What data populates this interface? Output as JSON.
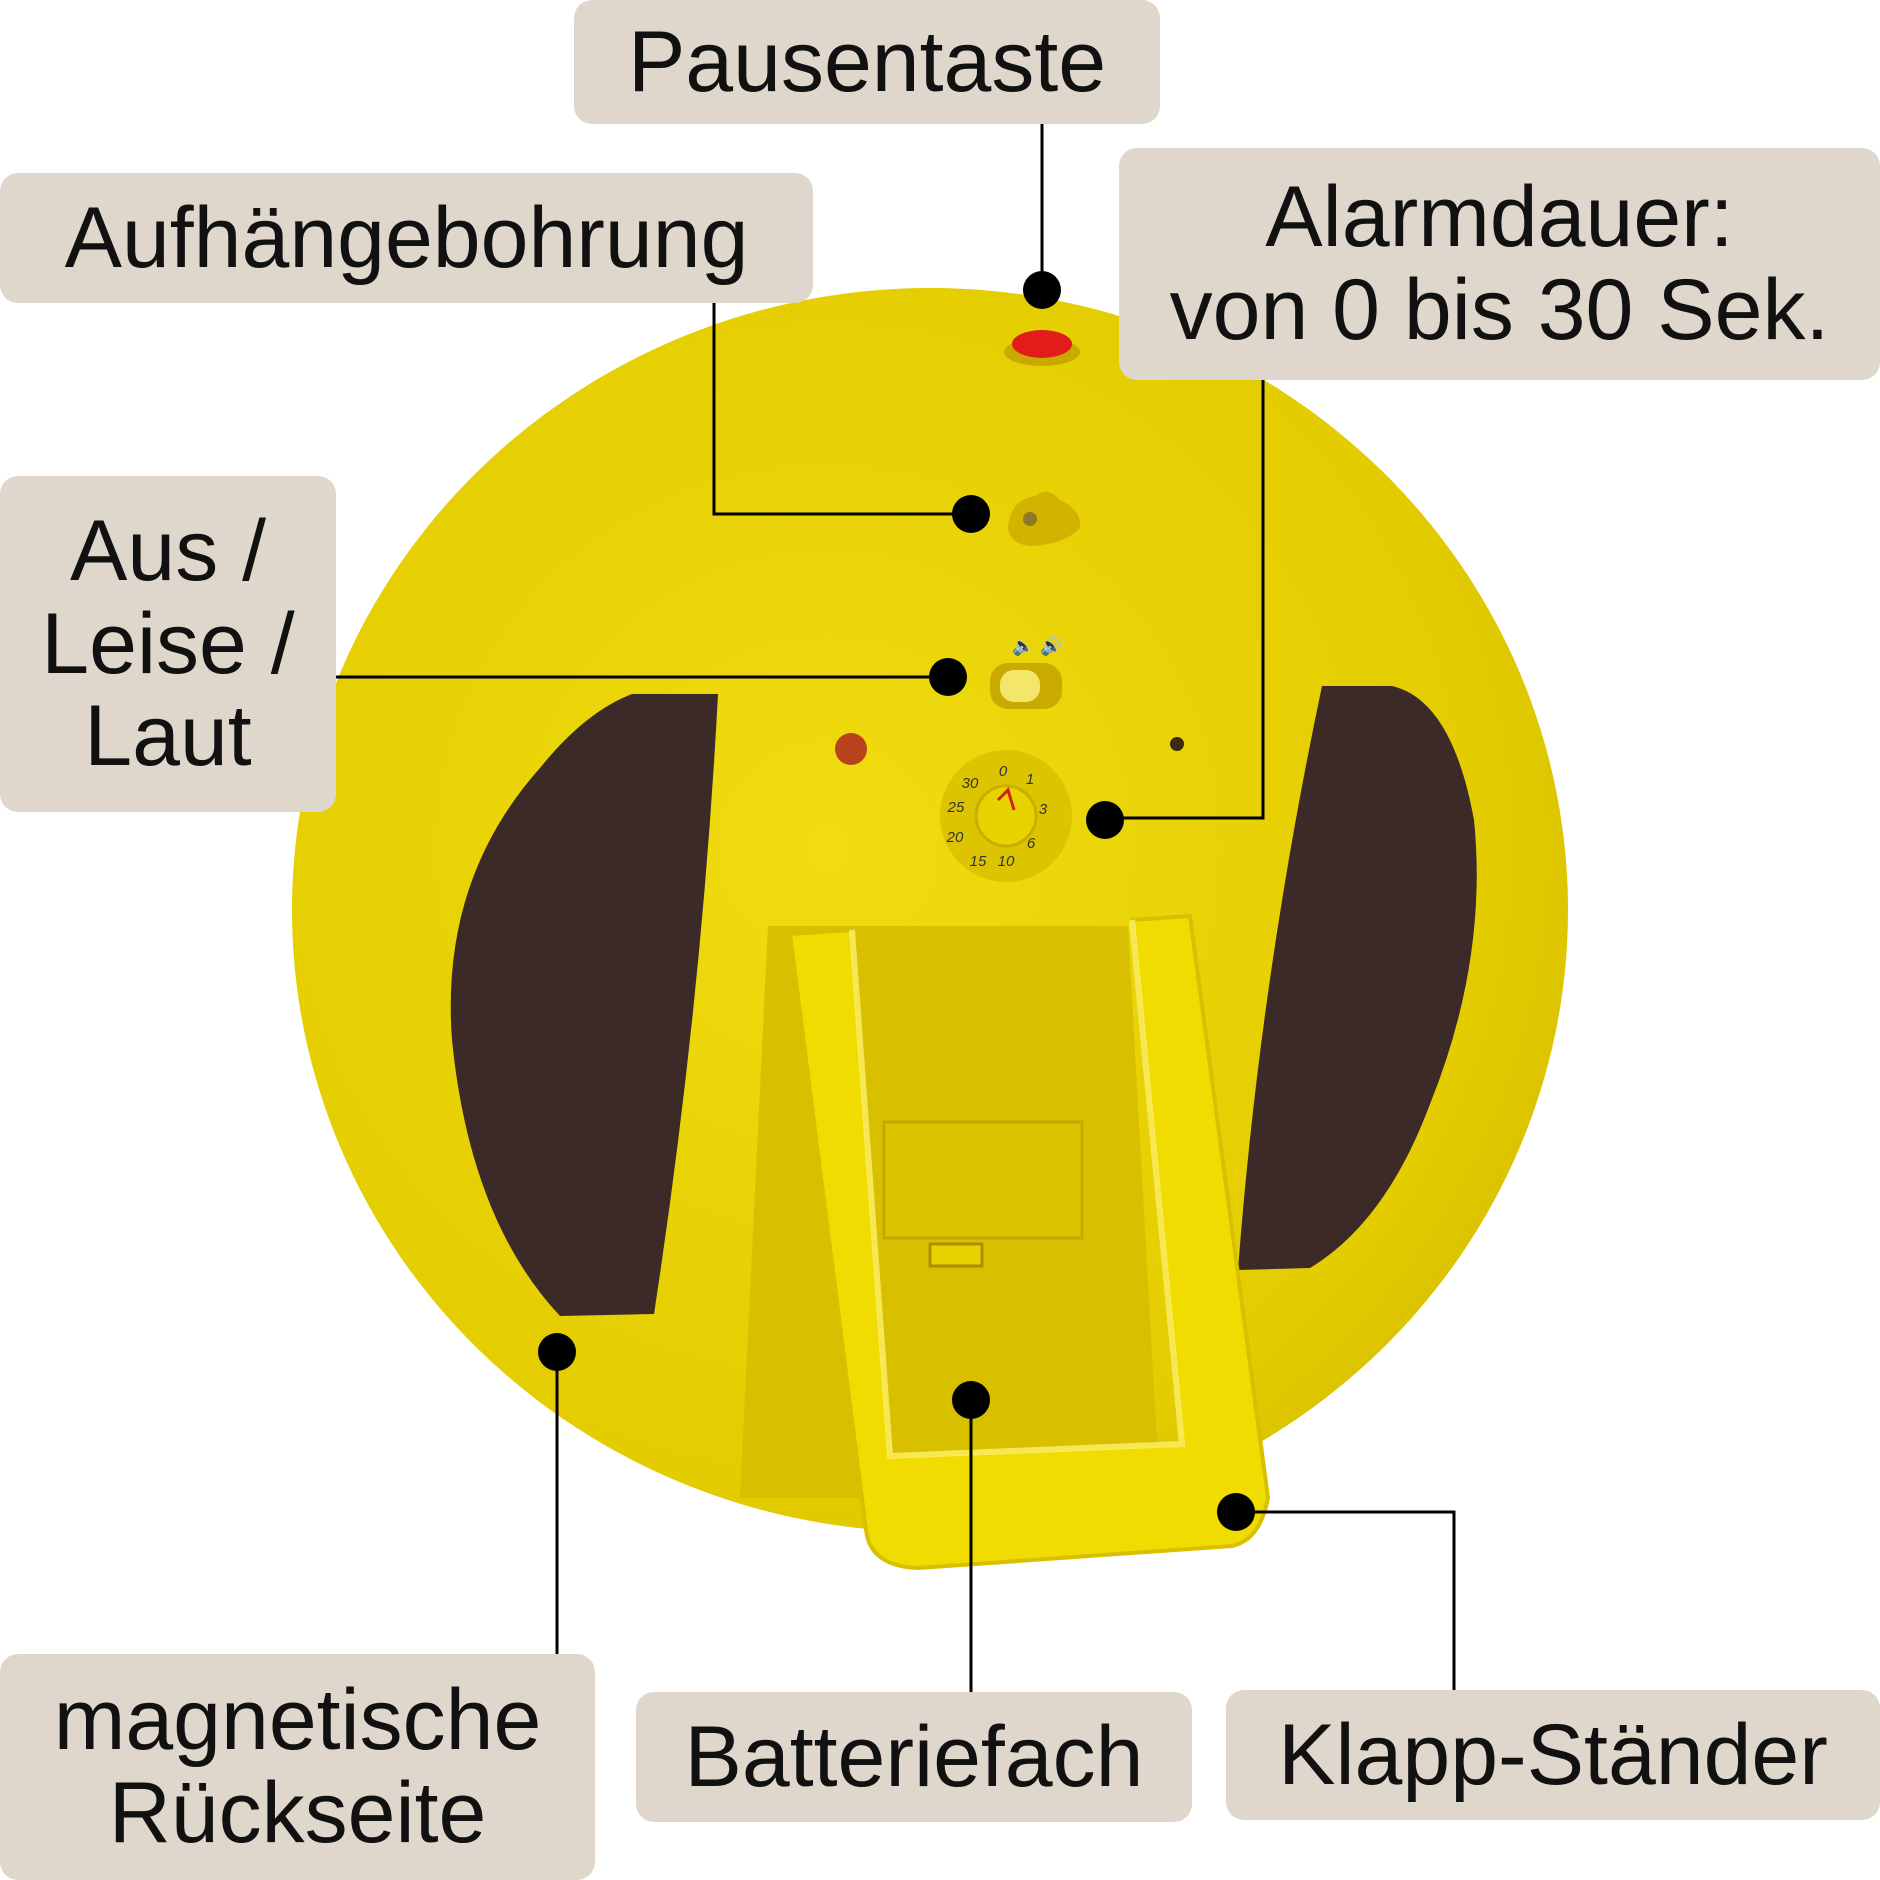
{
  "callouts": {
    "pausentaste": "Pausentaste",
    "aufhaengebohrung": "Aufhängebohrung",
    "alarmdauer": [
      "Alarmdauer:",
      "von 0 bis 30 Sek."
    ],
    "lautstaerke": [
      "Aus /",
      "Leise /",
      "Laut"
    ],
    "magnetische_rueckseite": [
      "magnetische",
      "Rückseite"
    ],
    "batteriefach": "Batteriefach",
    "klapp_staender": "Klapp-Ständer"
  },
  "dial": {
    "scale_labels": [
      "0",
      "1",
      "3",
      "6",
      "10",
      "15",
      "20",
      "25",
      "30"
    ]
  },
  "colors": {
    "housing": "#e6d000",
    "housing_light": "#f4e44a",
    "magnet_pads": "#3b2a28",
    "pause_button": "#e21b1b",
    "label_background": "#e0d7cc",
    "marker": "#000000"
  }
}
